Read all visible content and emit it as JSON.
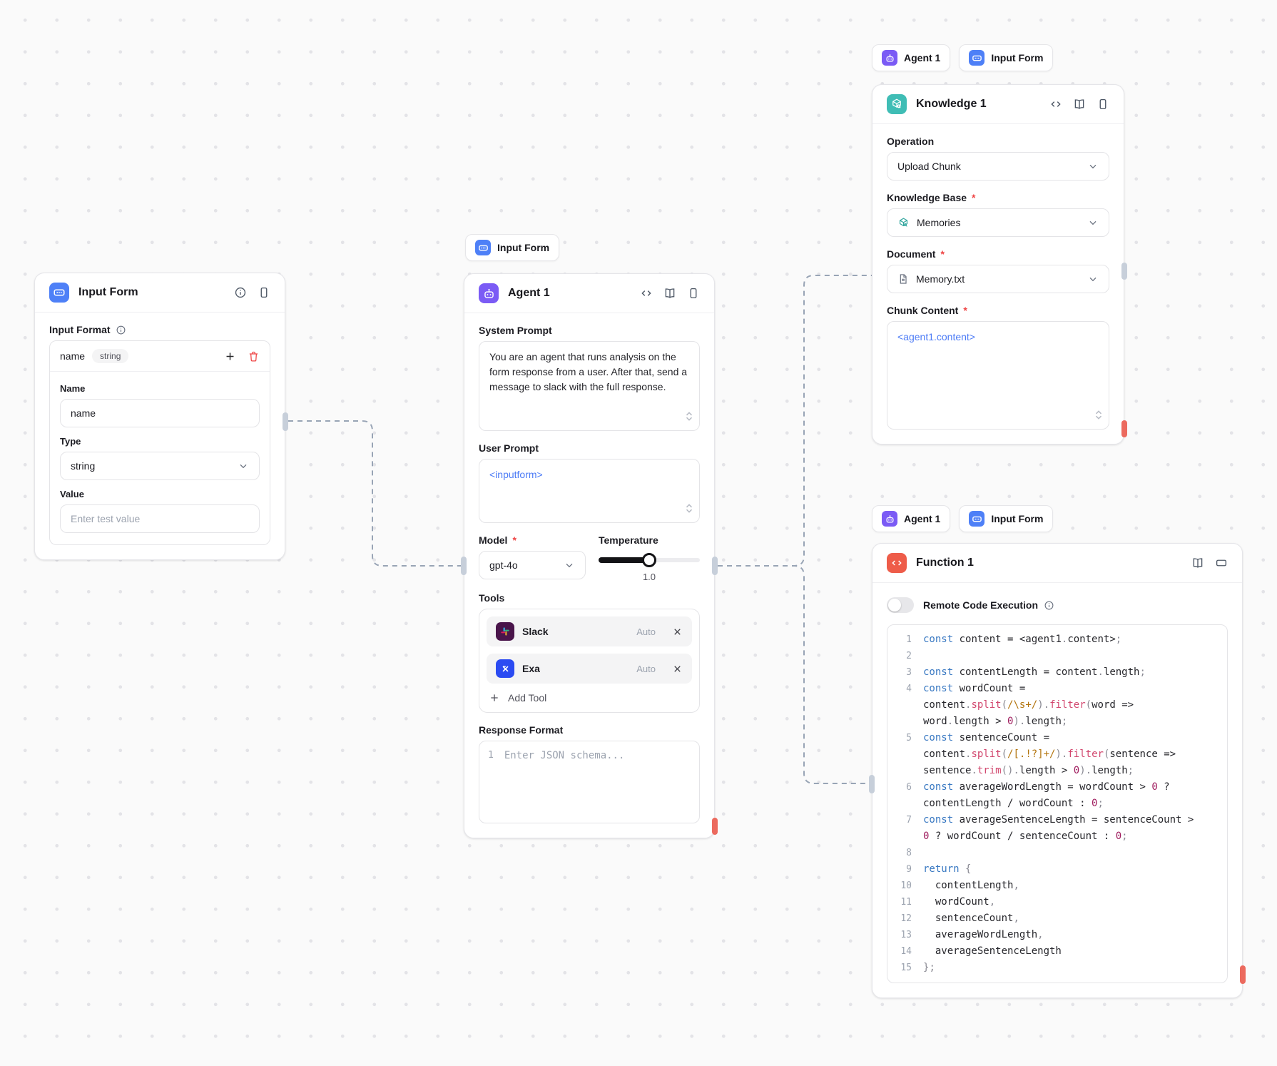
{
  "colors": {
    "input_form_accent": "#4E80F7",
    "agent_accent": "#7B5BF5",
    "knowledge_accent": "#3FBDB5",
    "function_accent": "#EE5C49",
    "edge": "#98A4B5",
    "handle_red": "#EC6A5E",
    "handle_gray": "#C7CFDA"
  },
  "chips": {
    "above_agent": [
      "Input Form"
    ],
    "above_knowledge": [
      "Agent 1",
      "Input Form"
    ],
    "above_function": [
      "Agent 1",
      "Input Form"
    ]
  },
  "input_form_node": {
    "title": "Input Form",
    "input_format_label": "Input Format",
    "row_name": "name",
    "row_type_badge": "string",
    "name_label": "Name",
    "name_value": "name",
    "type_label": "Type",
    "type_value": "string",
    "value_label": "Value",
    "value_placeholder": "Enter test value"
  },
  "agent_node": {
    "title": "Agent 1",
    "system_prompt_label": "System Prompt",
    "system_prompt_value": "You are an agent that runs analysis on the form response from a user. After that, send a message to slack with the full response.",
    "user_prompt_label": "User Prompt",
    "user_prompt_value": "<inputform>",
    "model_label": "Model",
    "model_value": "gpt-4o",
    "temperature_label": "Temperature",
    "temperature_value": "1.0",
    "tools_label": "Tools",
    "tools": [
      {
        "name": "Slack",
        "mode": "Auto"
      },
      {
        "name": "Exa",
        "mode": "Auto"
      }
    ],
    "add_tool_label": "Add Tool",
    "response_format_label": "Response Format",
    "response_format_line": "1",
    "response_format_placeholder": "Enter JSON schema..."
  },
  "knowledge_node": {
    "title": "Knowledge 1",
    "operation_label": "Operation",
    "operation_value": "Upload Chunk",
    "knowledge_base_label": "Knowledge Base",
    "knowledge_base_value": "Memories",
    "document_label": "Document",
    "document_value": "Memory.txt",
    "chunk_content_label": "Chunk Content",
    "chunk_content_value": "<agent1.content>"
  },
  "function_node": {
    "title": "Function 1",
    "toggle_label": "Remote Code Execution",
    "code_lines": [
      "const content = <agent1.content>;",
      "",
      "const contentLength = content.length;",
      "const wordCount = content.split(/\\s+/).filter(word => word.length > 0).length;",
      "const sentenceCount = content.split(/[.!?]+/).filter(sentence => sentence.trim().length > 0).length;",
      "const averageWordLength = wordCount > 0 ? contentLength / wordCount : 0;",
      "const averageSentenceLength = sentenceCount > 0 ? wordCount / sentenceCount : 0;",
      "",
      "return {",
      "  contentLength,",
      "  wordCount,",
      "  sentenceCount,",
      "  averageWordLength,",
      "  averageSentenceLength",
      "};"
    ]
  }
}
